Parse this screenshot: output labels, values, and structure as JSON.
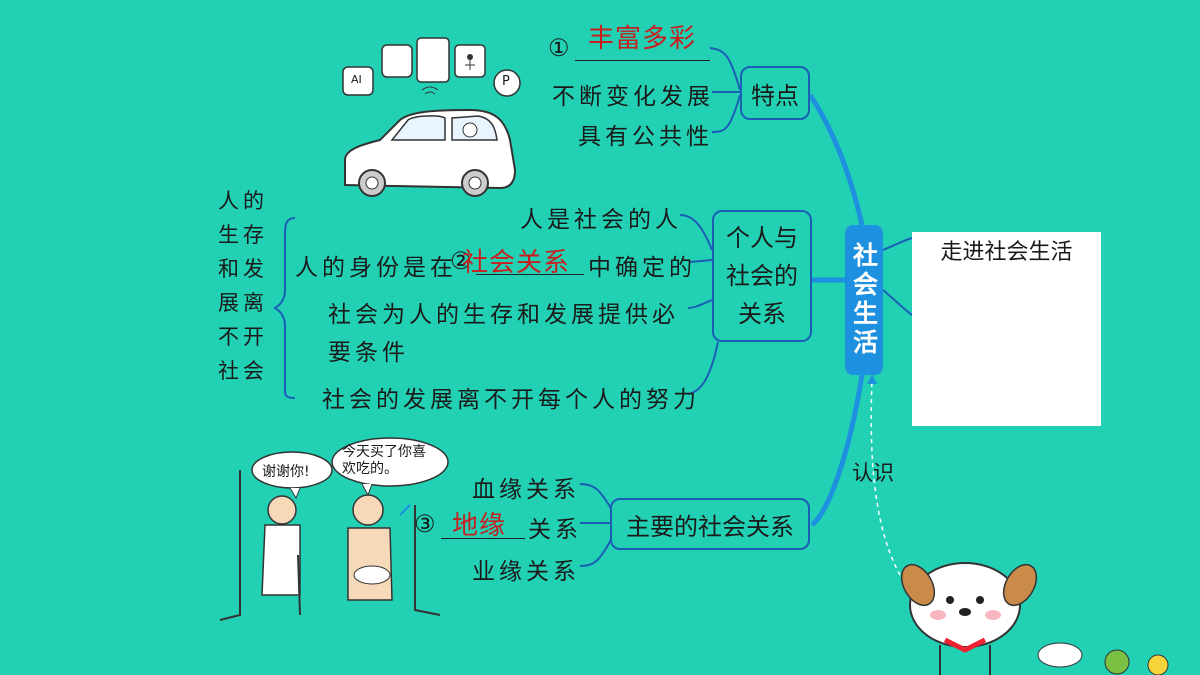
{
  "center_node": "社会生活",
  "features": {
    "label": "特点",
    "num": "①",
    "answer": "丰富多彩",
    "items": [
      "不断变化发展",
      "具有公共性"
    ]
  },
  "individual": {
    "label": "个人与社会的关系",
    "items": {
      "item1": "人是社会的人",
      "item2_prefix": "人的身份是在",
      "item2_num": "②",
      "item2_answer": "社会关系",
      "item2_suffix": "中确定的",
      "item3_line1": "社会为人的生存和发展提供必",
      "item3_line2": "要条件",
      "item4": "社会的发展离不开每个人的努力"
    },
    "side_note": "人的生存和发展离不开社会"
  },
  "relations": {
    "label": "主要的社会关系",
    "items": {
      "blood": "血缘关系",
      "num": "③",
      "answer": "地缘",
      "geo_suffix": "关系",
      "work": "业缘关系"
    }
  },
  "right_panel": {
    "title": "走进社会生活",
    "link_label": "认识"
  },
  "cartoon": {
    "bubble1": "谢谢你!",
    "bubble2": "今天买了你喜欢吃的。"
  },
  "icons": {
    "ai_label": "AI",
    "parking_label": "P"
  }
}
